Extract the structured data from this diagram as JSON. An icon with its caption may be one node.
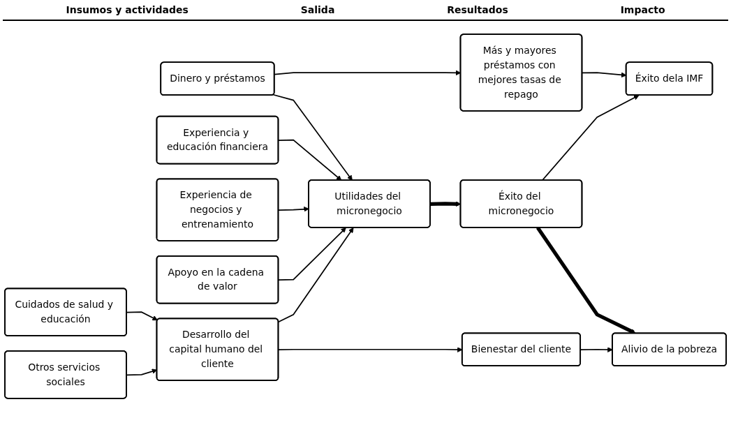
{
  "diagram": {
    "nodes": [
      {
        "text": [
          "Dinero y préstamos"
        ]
      },
      {
        "text": [
          "Más y mayores préstamos con mejores tasas de repago"
        ]
      },
      {
        "text": [
          "Éxito dela IMF"
        ]
      },
      {
        "text": [
          "Experiencia y educación financiera"
        ]
      },
      {
        "text": [
          "Experiencia de negocios y entrenamiento"
        ]
      },
      {
        "text": [
          "Apoyo en la cadena de valor"
        ]
      },
      {
        "text": [
          "Utilidades del micronegocio"
        ]
      },
      {
        "text": [
          "Éxito del micronegocio"
        ]
      },
      {
        "text": [
          "Alivio de la pobreza"
        ]
      },
      {
        "text": [
          "Cuidados de salud y educación"
        ]
      },
      {
        "text": [
          "Desarrollo del capital humano del cliente"
        ]
      },
      {
        "text": [
          "Bienestar del cliente"
        ]
      },
      {
        "text": [
          "Otros servicios sociales"
        ]
      }
    ],
    "edges": [
      {
        "from": 0,
        "to": 1,
        "arrow": "to"
      },
      {
        "from": 1,
        "to": 2,
        "arrow": "to"
      },
      {
        "from": 0,
        "to": 6,
        "arrow": "to"
      },
      {
        "from": 3,
        "to": 6,
        "arrow": "to"
      },
      {
        "from": 4,
        "to": 6,
        "arrow": "to"
      },
      {
        "from": 5,
        "to": 6,
        "arrow": "to"
      },
      {
        "from": 7,
        "to": 2,
        "arrow": "to"
      },
      {
        "from": 10,
        "to": 6,
        "arrow": "to"
      },
      {
        "from": 9,
        "to": 10,
        "arrow": "to"
      },
      {
        "from": 12,
        "to": 10,
        "arrow": "to"
      },
      {
        "from": 10,
        "to": 11,
        "arrow": "to"
      },
      {
        "from": 11,
        "to": 8,
        "arrow": "to"
      },
      {
        "from": 6,
        "to": 7,
        "arrow": "to",
        "style": "thick"
      },
      {
        "from": 7,
        "to": 8,
        "arrow": "to",
        "style": "thick"
      }
    ],
    "labels": [
      "Insumos y actividades",
      "Salida",
      "Resultados",
      "Impacto"
    ]
  }
}
